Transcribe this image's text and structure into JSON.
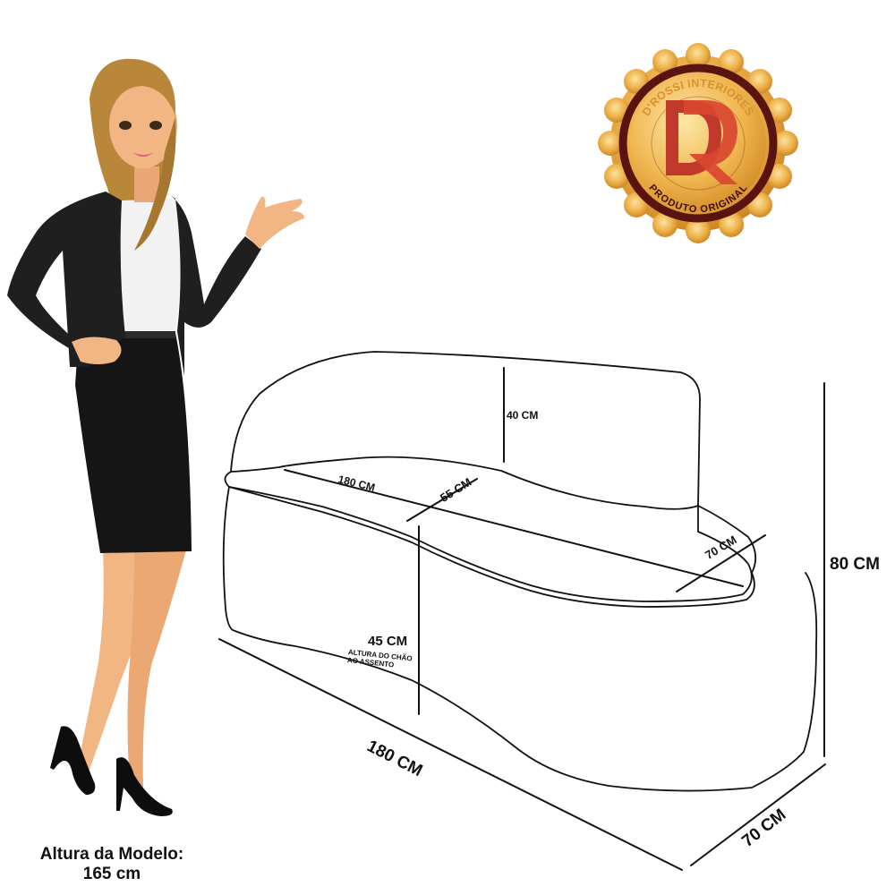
{
  "badge": {
    "brand_text": "D'ROSSI INTERIORES",
    "bottom_text": "PRODUTO ORIGINAL",
    "monogram": "DR",
    "colors": {
      "gold_light": "#f7d27a",
      "gold": "#e8a93a",
      "gold_dark": "#c77f1c",
      "ring": "#5a1410",
      "monogram": "#c0392b"
    }
  },
  "model": {
    "caption_line1": "Altura da Modelo:",
    "caption_line2": "165 cm",
    "colors": {
      "hair": "#b8873a",
      "skin": "#f2b584",
      "jacket": "#1f1f1f",
      "blouse": "#f2f2f2",
      "skirt": "#151515",
      "shoes": "#0d0d0d"
    }
  },
  "dimensions": {
    "backrest_height": "40 CM",
    "seat_width": "180 CM",
    "seat_depth": "55 CM",
    "arm_depth": "70 CM",
    "total_height": "80 CM",
    "seat_height": "45 CM",
    "seat_height_note_line1": "ALTURA DO CHÃO",
    "seat_height_note_line2": "AO ASSENTO",
    "total_width": "180 CM",
    "total_depth": "70 CM"
  }
}
